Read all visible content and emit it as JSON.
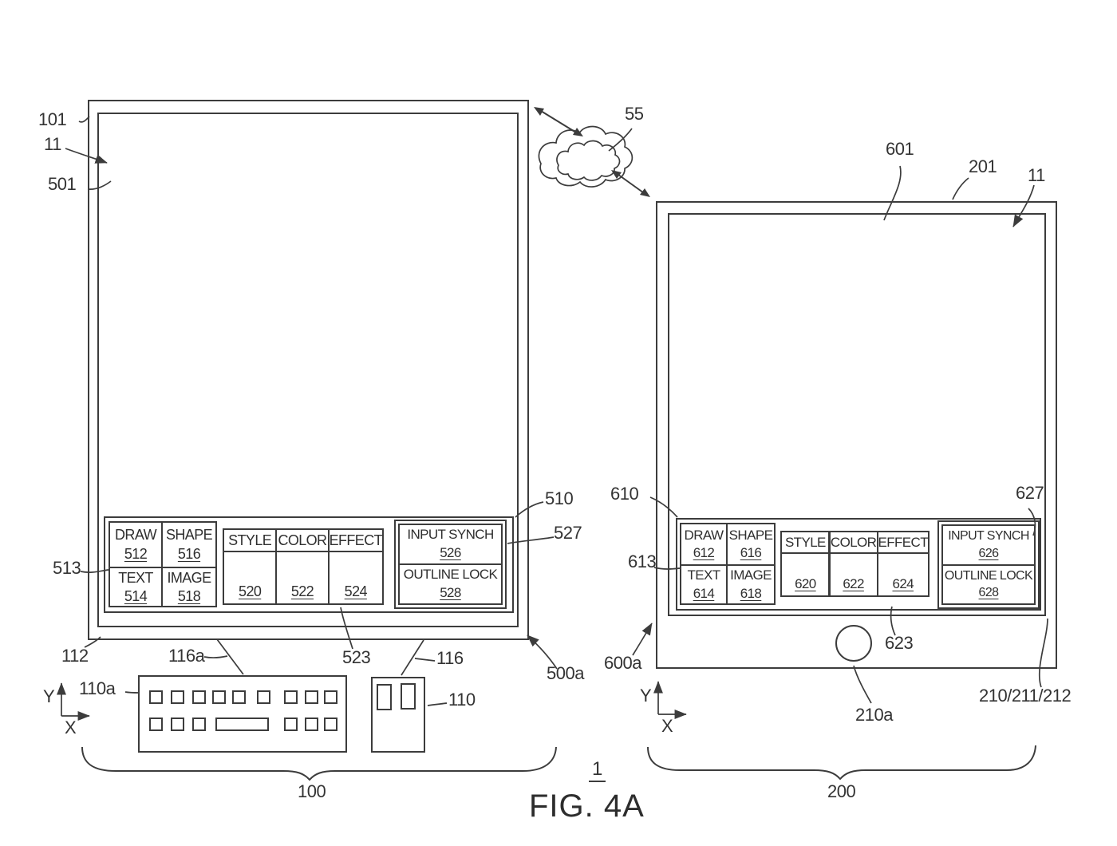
{
  "figure": {
    "caption": "FIG. 4A",
    "system_ref": "1"
  },
  "style": {
    "ink": "#3c3c3c",
    "background": "#ffffff"
  },
  "network": {
    "cloud_ref": "55"
  },
  "axes": {
    "y": "Y",
    "x": "X"
  },
  "device_left": {
    "group_ref": "100",
    "refs": {
      "housing": "101",
      "pointer": "11",
      "display": "501",
      "toolbar": "510",
      "tool_grid": "513",
      "synch_group": "527",
      "effect_tool": "523",
      "frame": "112",
      "keyboard_link": "116a",
      "keyboard": "110a",
      "mouse_link": "116",
      "mouse": "110",
      "screen_corner": "500a"
    },
    "toolbar": {
      "grid": [
        {
          "label": "DRAW",
          "ref": "512"
        },
        {
          "label": "SHAPE",
          "ref": "516"
        },
        {
          "label": "TEXT",
          "ref": "514"
        },
        {
          "label": "IMAGE",
          "ref": "518"
        }
      ],
      "panels": [
        {
          "label": "STYLE",
          "ref": "520"
        },
        {
          "label": "COLOR",
          "ref": "522"
        },
        {
          "label": "EFFECT",
          "ref": "524"
        }
      ],
      "synch": [
        {
          "label": "INPUT SYNCH",
          "ref": "526"
        },
        {
          "label": "OUTLINE LOCK",
          "ref": "528"
        }
      ]
    }
  },
  "device_right": {
    "group_ref": "200",
    "refs": {
      "display": "601",
      "housing": "201",
      "pointer": "11",
      "toolbar": "610",
      "tool_grid": "613",
      "synch_group": "627",
      "effect_tool": "623",
      "frame_corner": "600a",
      "home_button": "210a",
      "edge": "210/211/212"
    },
    "toolbar": {
      "grid": [
        {
          "label": "DRAW",
          "ref": "612"
        },
        {
          "label": "SHAPE",
          "ref": "616"
        },
        {
          "label": "TEXT",
          "ref": "614"
        },
        {
          "label": "IMAGE",
          "ref": "618"
        }
      ],
      "panels": [
        {
          "label": "STYLE",
          "ref": "620"
        },
        {
          "label": "COLOR",
          "ref": "622"
        },
        {
          "label": "EFFECT",
          "ref": "624"
        }
      ],
      "synch": [
        {
          "label": "INPUT SYNCH",
          "ref": "626"
        },
        {
          "label": "OUTLINE LOCK",
          "ref": "628"
        }
      ]
    }
  }
}
